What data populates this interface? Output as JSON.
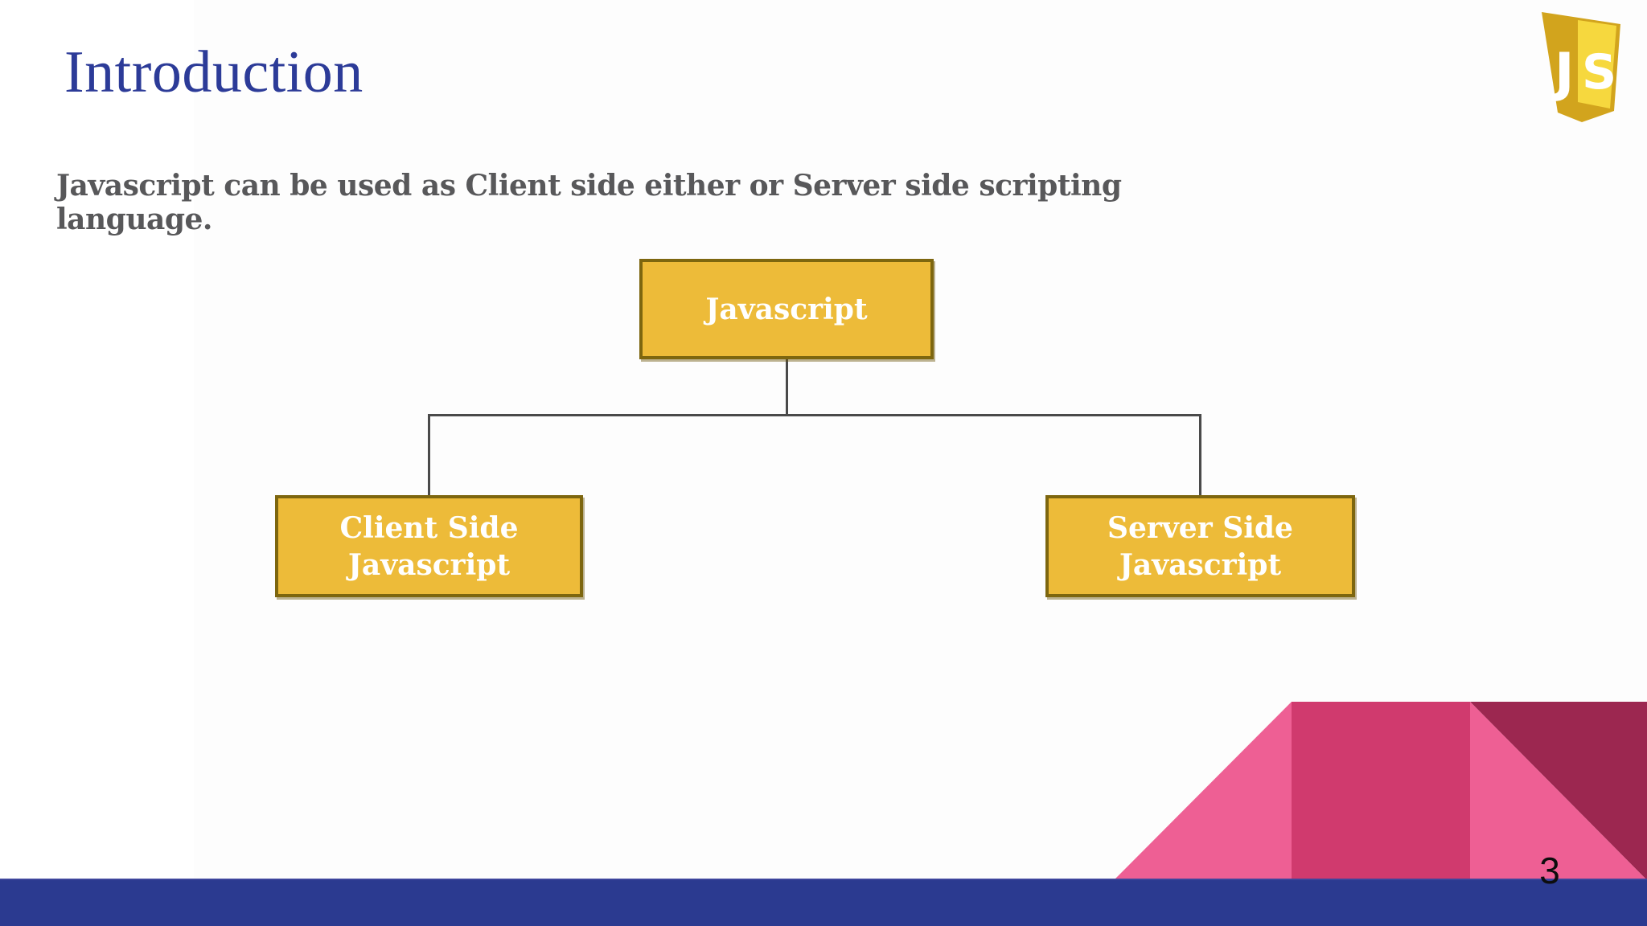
{
  "slide": {
    "title": "Introduction",
    "subtitle": "Javascript can be used as Client side either or Server side scripting language.",
    "page_number": "3"
  },
  "diagram": {
    "type": "hierarchy-tree",
    "root": {
      "label": "Javascript"
    },
    "children": [
      {
        "line1": "Client Side",
        "line2": "Javascript"
      },
      {
        "line1": "Server Side",
        "line2": "Javascript"
      }
    ]
  },
  "logo": {
    "name": "javascript-logo",
    "j": "J",
    "s": "S"
  },
  "colors": {
    "page_bg": "#fdfdfd",
    "title": "#2c3b98",
    "subtitle": "#58585a",
    "box_fill": "#edbb39",
    "box_border": "#7d660f",
    "box_text": "#ffffff",
    "connector": "#4a4a4a",
    "footer_bar": "#2b3a90",
    "pink_light": "#ee5f94",
    "pink_dark": "#d03a6e",
    "maroon": "#9c2750",
    "logo_gold": "#d2a41d",
    "logo_yellow": "#f6d83e",
    "page_number": "#0d0d0d"
  }
}
